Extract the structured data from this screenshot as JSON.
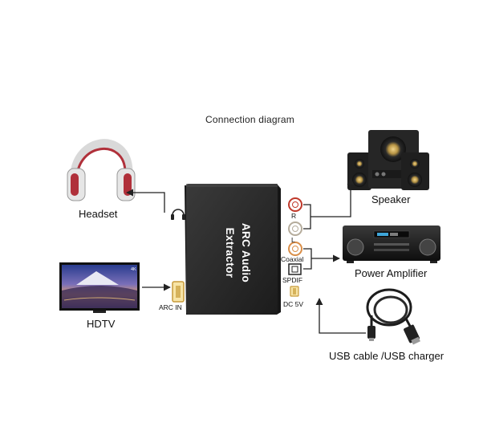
{
  "diagram": {
    "title": "Connection diagram",
    "device": {
      "label": "ARC Audio Extractor"
    },
    "nodes": {
      "headset": "Headset",
      "hdtv": "HDTV",
      "speaker": "Speaker",
      "power_amplifier": "Power Amplifier",
      "usb_cable": "USB cable /USB charger"
    },
    "ports": {
      "arc_in": "ARC IN",
      "r": "R",
      "l": "L",
      "coaxial": "Coaxial",
      "spdif": "SPDIF",
      "dc_5v": "DC 5V"
    },
    "tv_badge": "4K",
    "colors": {
      "device_body": "#2b2b2b",
      "connector_line": "#222222",
      "rca_red": "#c0392b",
      "rca_white": "#d9d2c4",
      "gold": "#d6b25a"
    }
  }
}
